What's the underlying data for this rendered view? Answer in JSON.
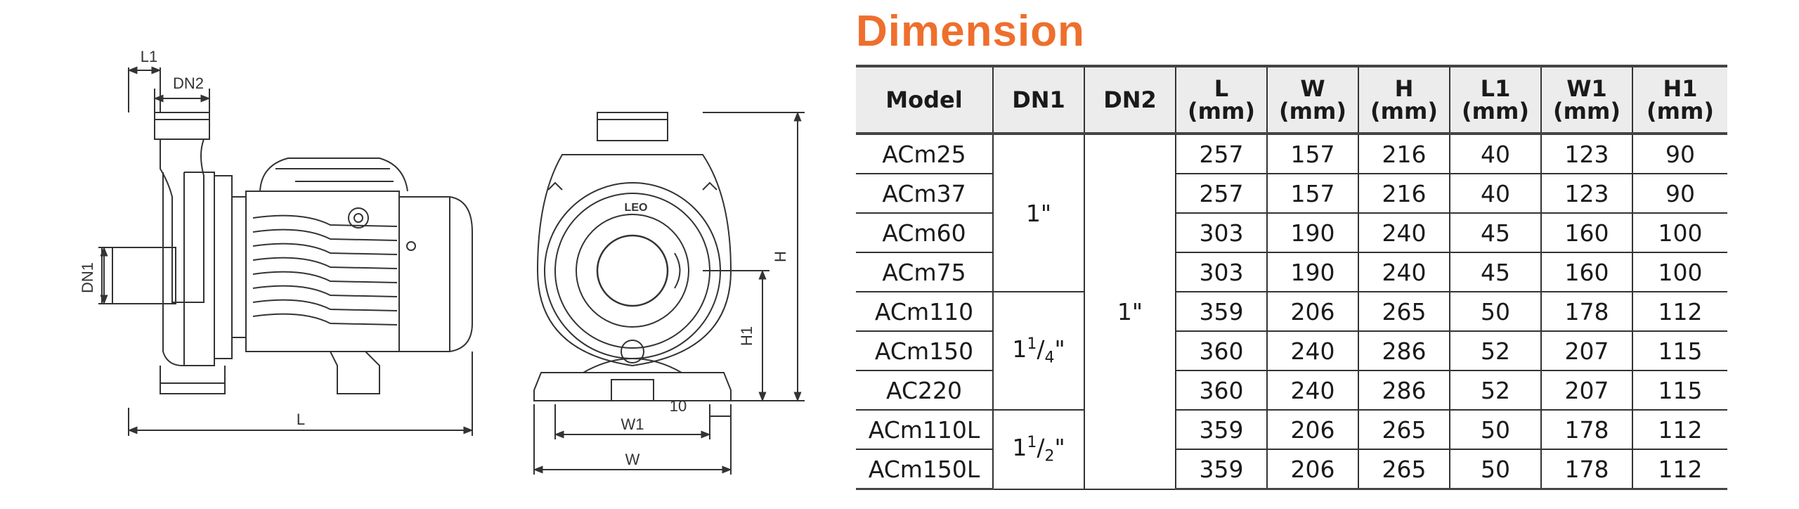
{
  "section_title": "Dimension",
  "headers": [
    {
      "key": "model",
      "label": "Model",
      "unit": ""
    },
    {
      "key": "dn1",
      "label": "DN1",
      "unit": ""
    },
    {
      "key": "dn2",
      "label": "DN2",
      "unit": ""
    },
    {
      "key": "l",
      "label": "L",
      "unit": "(mm)"
    },
    {
      "key": "w",
      "label": "W",
      "unit": "(mm)"
    },
    {
      "key": "h",
      "label": "H",
      "unit": "(mm)"
    },
    {
      "key": "l1",
      "label": "L1",
      "unit": "(mm)"
    },
    {
      "key": "w1",
      "label": "W1",
      "unit": "(mm)"
    },
    {
      "key": "h1",
      "label": "H1",
      "unit": "(mm)"
    }
  ],
  "dn1_groups": [
    {
      "whole": "1",
      "frac_num": "",
      "frac_den": "",
      "suffix": "\"",
      "rowspan": 4
    },
    {
      "whole": "1",
      "frac_num": "1",
      "frac_den": "4",
      "suffix": "\"",
      "rowspan": 3
    },
    {
      "whole": "1",
      "frac_num": "1",
      "frac_den": "2",
      "suffix": "\"",
      "rowspan": 2
    }
  ],
  "dn2_group": {
    "text": "1\"",
    "rowspan": 9
  },
  "rows": [
    {
      "model": "ACm25",
      "l": "257",
      "w": "157",
      "h": "216",
      "l1": "40",
      "w1": "123",
      "h1": "90"
    },
    {
      "model": "ACm37",
      "l": "257",
      "w": "157",
      "h": "216",
      "l1": "40",
      "w1": "123",
      "h1": "90"
    },
    {
      "model": "ACm60",
      "l": "303",
      "w": "190",
      "h": "240",
      "l1": "45",
      "w1": "160",
      "h1": "100"
    },
    {
      "model": "ACm75",
      "l": "303",
      "w": "190",
      "h": "240",
      "l1": "45",
      "w1": "160",
      "h1": "100"
    },
    {
      "model": "ACm110",
      "l": "359",
      "w": "206",
      "h": "265",
      "l1": "50",
      "w1": "178",
      "h1": "112"
    },
    {
      "model": "ACm150",
      "l": "360",
      "w": "240",
      "h": "286",
      "l1": "52",
      "w1": "207",
      "h1": "115"
    },
    {
      "model": "AC220",
      "l": "360",
      "w": "240",
      "h": "286",
      "l1": "52",
      "w1": "207",
      "h1": "115"
    },
    {
      "model": "ACm110L",
      "l": "359",
      "w": "206",
      "h": "265",
      "l1": "50",
      "w1": "178",
      "h1": "112"
    },
    {
      "model": "ACm150L",
      "l": "359",
      "w": "206",
      "h": "265",
      "l1": "50",
      "w1": "178",
      "h1": "112"
    }
  ],
  "drawing_labels": {
    "side": {
      "l1": "L1",
      "dn2": "DN2",
      "dn1": "DN1",
      "l": "L"
    },
    "front": {
      "h": "H",
      "h1": "H1",
      "w1": "W1",
      "w": "W",
      "ten": "10"
    },
    "logo_text": "LEO"
  },
  "colors": {
    "accent": "#ee6f2d",
    "header_bg": "#ececec",
    "line": "#333333"
  }
}
